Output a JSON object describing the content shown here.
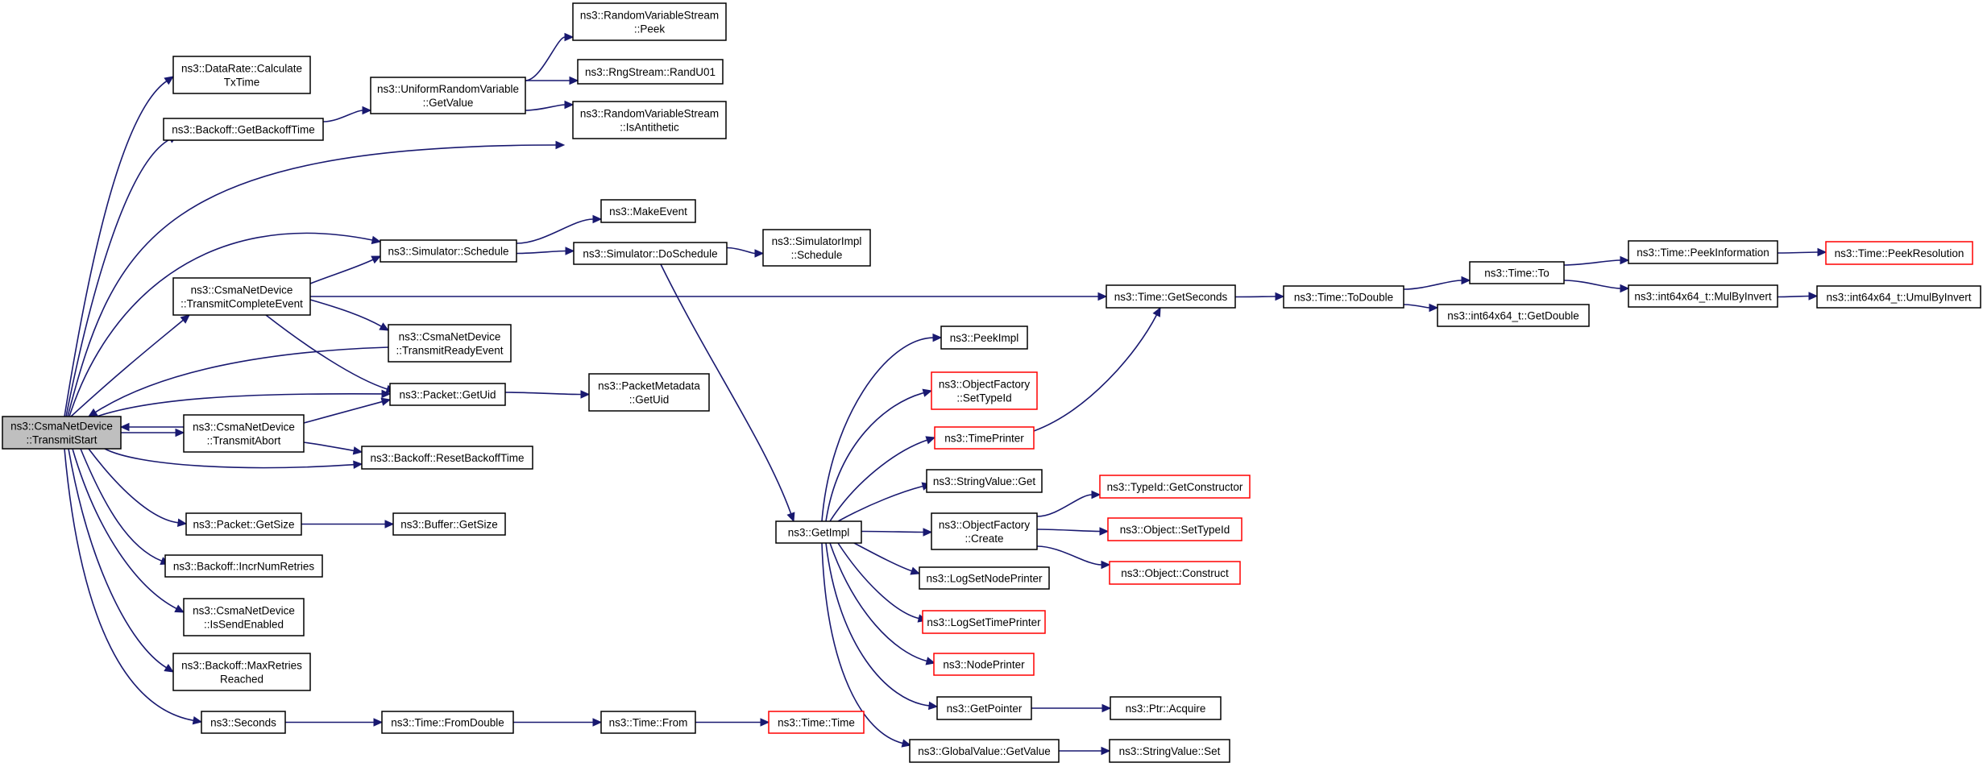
{
  "colors": {
    "edge": "#191970",
    "root_fill": "#bfbfbf",
    "node_border": "#000000",
    "truncated_border": "#ff0000"
  },
  "nodes": [
    {
      "id": "transmitstart",
      "lines": [
        "ns3::CsmaNetDevice",
        "::TransmitStart"
      ],
      "root": true
    },
    {
      "id": "calctxtime",
      "lines": [
        "ns3::DataRate::Calculate",
        "TxTime"
      ]
    },
    {
      "id": "getbackofftime",
      "lines": [
        "ns3::Backoff::GetBackoffTime"
      ]
    },
    {
      "id": "urv-getvalue",
      "lines": [
        "ns3::UniformRandomVariable",
        "::GetValue"
      ]
    },
    {
      "id": "rvs-peek",
      "lines": [
        "ns3::RandomVariableStream",
        "::Peek"
      ]
    },
    {
      "id": "randu01",
      "lines": [
        "ns3::RngStream::RandU01"
      ]
    },
    {
      "id": "rvs-isantithetic",
      "lines": [
        "ns3::RandomVariableStream",
        "::IsAntithetic"
      ]
    },
    {
      "id": "makeevent",
      "lines": [
        "ns3::MakeEvent"
      ]
    },
    {
      "id": "sim-schedule",
      "lines": [
        "ns3::Simulator::Schedule"
      ]
    },
    {
      "id": "sim-doschedule",
      "lines": [
        "ns3::Simulator::DoSchedule"
      ]
    },
    {
      "id": "simimpl-schedule",
      "lines": [
        "ns3::SimulatorImpl",
        "::Schedule"
      ]
    },
    {
      "id": "transmitcompleteevent",
      "lines": [
        "ns3::CsmaNetDevice",
        "::TransmitCompleteEvent"
      ]
    },
    {
      "id": "transmitreadyevent",
      "lines": [
        "ns3::CsmaNetDevice",
        "::TransmitReadyEvent"
      ]
    },
    {
      "id": "packet-getuid",
      "lines": [
        "ns3::Packet::GetUid"
      ]
    },
    {
      "id": "packetmetadata-getuid",
      "lines": [
        "ns3::PacketMetadata",
        "::GetUid"
      ]
    },
    {
      "id": "transmitabort",
      "lines": [
        "ns3::CsmaNetDevice",
        "::TransmitAbort"
      ]
    },
    {
      "id": "resetbackofftime",
      "lines": [
        "ns3::Backoff::ResetBackoffTime"
      ]
    },
    {
      "id": "packet-getsize",
      "lines": [
        "ns3::Packet::GetSize"
      ]
    },
    {
      "id": "buffer-getsize",
      "lines": [
        "ns3::Buffer::GetSize"
      ]
    },
    {
      "id": "incrnumretries",
      "lines": [
        "ns3::Backoff::IncrNumRetries"
      ]
    },
    {
      "id": "issendenabled",
      "lines": [
        "ns3::CsmaNetDevice",
        "::IsSendEnabled"
      ]
    },
    {
      "id": "maxretriesreached",
      "lines": [
        "ns3::Backoff::MaxRetries",
        "Reached"
      ]
    },
    {
      "id": "seconds",
      "lines": [
        "ns3::Seconds"
      ]
    },
    {
      "id": "time-fromdouble",
      "lines": [
        "ns3::Time::FromDouble"
      ]
    },
    {
      "id": "time-from",
      "lines": [
        "ns3::Time::From"
      ]
    },
    {
      "id": "time-time",
      "lines": [
        "ns3::Time::Time"
      ],
      "truncated": true
    },
    {
      "id": "time-getseconds",
      "lines": [
        "ns3::Time::GetSeconds"
      ]
    },
    {
      "id": "time-todouble",
      "lines": [
        "ns3::Time::ToDouble"
      ]
    },
    {
      "id": "time-to",
      "lines": [
        "ns3::Time::To"
      ]
    },
    {
      "id": "int64-getdouble",
      "lines": [
        "ns3::int64x64_t::GetDouble"
      ]
    },
    {
      "id": "time-peekinformation",
      "lines": [
        "ns3::Time::PeekInformation"
      ]
    },
    {
      "id": "time-peekresolution",
      "lines": [
        "ns3::Time::PeekResolution"
      ],
      "truncated": true
    },
    {
      "id": "int64-mulbyinvert",
      "lines": [
        "ns3::int64x64_t::MulByInvert"
      ]
    },
    {
      "id": "int64-umulbyinvert",
      "lines": [
        "ns3::int64x64_t::UmulByInvert"
      ]
    },
    {
      "id": "peekimpl",
      "lines": [
        "ns3::PeekImpl"
      ]
    },
    {
      "id": "objectfactory-settypeid",
      "lines": [
        "ns3::ObjectFactory",
        "::SetTypeId"
      ],
      "truncated": true
    },
    {
      "id": "timeprinter",
      "lines": [
        "ns3::TimePrinter"
      ],
      "truncated": true
    },
    {
      "id": "stringvalue-get",
      "lines": [
        "ns3::StringValue::Get"
      ]
    },
    {
      "id": "getimpl",
      "lines": [
        "ns3::GetImpl"
      ]
    },
    {
      "id": "objectfactory-create",
      "lines": [
        "ns3::ObjectFactory",
        "::Create"
      ]
    },
    {
      "id": "typeid-getconstructor",
      "lines": [
        "ns3::TypeId::GetConstructor"
      ],
      "truncated": true
    },
    {
      "id": "object-settypeid",
      "lines": [
        "ns3::Object::SetTypeId"
      ],
      "truncated": true
    },
    {
      "id": "object-construct",
      "lines": [
        "ns3::Object::Construct"
      ],
      "truncated": true
    },
    {
      "id": "logsetnodeprinter",
      "lines": [
        "ns3::LogSetNodePrinter"
      ]
    },
    {
      "id": "logsettimeprinter",
      "lines": [
        "ns3::LogSetTimePrinter"
      ],
      "truncated": true
    },
    {
      "id": "nodeprinter",
      "lines": [
        "ns3::NodePrinter"
      ],
      "truncated": true
    },
    {
      "id": "getpointer",
      "lines": [
        "ns3::GetPointer"
      ]
    },
    {
      "id": "ptr-acquire",
      "lines": [
        "ns3::Ptr::Acquire"
      ]
    },
    {
      "id": "globalvalue-getvalue",
      "lines": [
        "ns3::GlobalValue::GetValue"
      ]
    },
    {
      "id": "stringvalue-set",
      "lines": [
        "ns3::StringValue::Set"
      ]
    }
  ],
  "edges": [
    [
      "transmitstart",
      "calctxtime"
    ],
    [
      "transmitstart",
      "getbackofftime"
    ],
    [
      "getbackofftime",
      "urv-getvalue"
    ],
    [
      "urv-getvalue",
      "rvs-peek"
    ],
    [
      "urv-getvalue",
      "randu01"
    ],
    [
      "urv-getvalue",
      "rvs-isantithetic"
    ],
    [
      "transmitstart",
      "time-getseconds"
    ],
    [
      "transmitstart",
      "sim-schedule"
    ],
    [
      "sim-schedule",
      "makeevent"
    ],
    [
      "sim-schedule",
      "sim-doschedule"
    ],
    [
      "sim-doschedule",
      "simimpl-schedule"
    ],
    [
      "sim-doschedule",
      "getimpl"
    ],
    [
      "transmitstart",
      "transmitcompleteevent"
    ],
    [
      "transmitcompleteevent",
      "sim-schedule"
    ],
    [
      "transmitcompleteevent",
      "time-getseconds"
    ],
    [
      "transmitcompleteevent",
      "transmitreadyevent"
    ],
    [
      "transmitcompleteevent",
      "packet-getuid"
    ],
    [
      "transmitreadyevent",
      "transmitstart"
    ],
    [
      "transmitstart",
      "packet-getuid"
    ],
    [
      "packet-getuid",
      "packetmetadata-getuid"
    ],
    [
      "transmitstart",
      "transmitabort"
    ],
    [
      "transmitabort",
      "transmitstart"
    ],
    [
      "transmitabort",
      "packet-getuid"
    ],
    [
      "transmitabort",
      "resetbackofftime"
    ],
    [
      "transmitstart",
      "resetbackofftime"
    ],
    [
      "transmitstart",
      "packet-getsize"
    ],
    [
      "packet-getsize",
      "buffer-getsize"
    ],
    [
      "transmitstart",
      "incrnumretries"
    ],
    [
      "transmitstart",
      "issendenabled"
    ],
    [
      "transmitstart",
      "maxretriesreached"
    ],
    [
      "transmitstart",
      "seconds"
    ],
    [
      "seconds",
      "time-fromdouble"
    ],
    [
      "time-fromdouble",
      "time-from"
    ],
    [
      "time-from",
      "time-time"
    ],
    [
      "time-getseconds",
      "time-todouble"
    ],
    [
      "time-todouble",
      "time-to"
    ],
    [
      "time-todouble",
      "int64-getdouble"
    ],
    [
      "time-to",
      "time-peekinformation"
    ],
    [
      "time-peekinformation",
      "time-peekresolution"
    ],
    [
      "time-to",
      "int64-mulbyinvert"
    ],
    [
      "int64-mulbyinvert",
      "int64-umulbyinvert"
    ],
    [
      "getimpl",
      "peekimpl"
    ],
    [
      "getimpl",
      "objectfactory-settypeid"
    ],
    [
      "getimpl",
      "timeprinter"
    ],
    [
      "timeprinter",
      "time-getseconds"
    ],
    [
      "getimpl",
      "stringvalue-get"
    ],
    [
      "getimpl",
      "objectfactory-create"
    ],
    [
      "objectfactory-create",
      "typeid-getconstructor"
    ],
    [
      "objectfactory-create",
      "object-settypeid"
    ],
    [
      "objectfactory-create",
      "object-construct"
    ],
    [
      "getimpl",
      "logsetnodeprinter"
    ],
    [
      "getimpl",
      "logsettimeprinter"
    ],
    [
      "getimpl",
      "nodeprinter"
    ],
    [
      "getimpl",
      "getpointer"
    ],
    [
      "getpointer",
      "ptr-acquire"
    ],
    [
      "getimpl",
      "globalvalue-getvalue"
    ],
    [
      "globalvalue-getvalue",
      "stringvalue-set"
    ]
  ]
}
